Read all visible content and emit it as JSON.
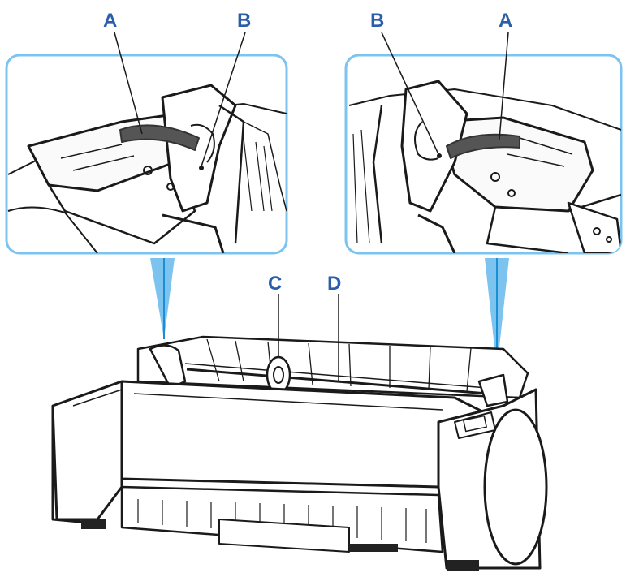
{
  "labels": {
    "a_left": "A",
    "b_left": "B",
    "b_right": "B",
    "a_right": "A",
    "c": "C",
    "d": "D"
  },
  "colors": {
    "callout_blue": "#1b8fd6",
    "label_blue": "#2a5ea8",
    "outline": "#1a1a1a",
    "lever_gray": "#555555"
  }
}
